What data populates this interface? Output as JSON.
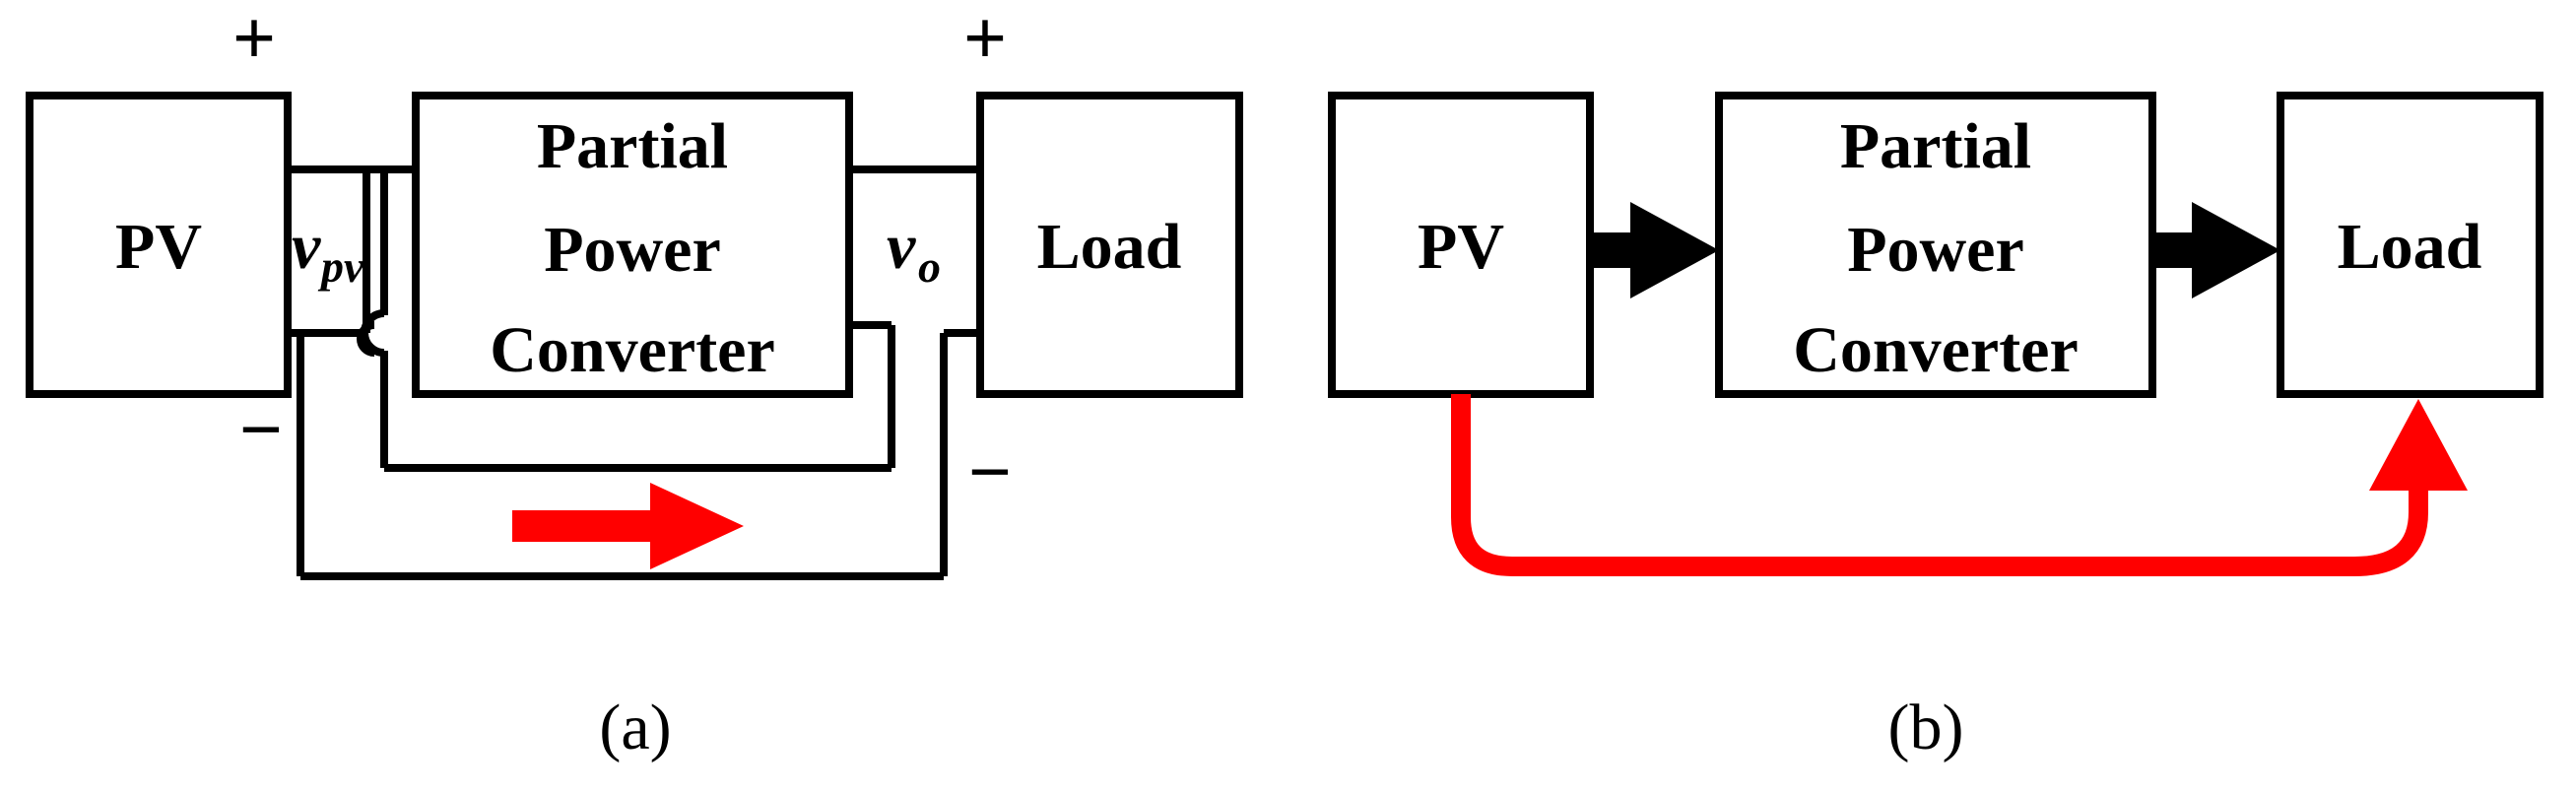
{
  "panel_a": {
    "pv_label": "PV",
    "converter_line1": "Partial",
    "converter_line2": "Power",
    "converter_line3": "Converter",
    "load_label": "Load",
    "vpv_main": "v",
    "vpv_sub": "pv",
    "vo_main": "v",
    "vo_sub": "o",
    "plus_left": "+",
    "plus_right": "+",
    "minus_left": "−",
    "minus_right": "−",
    "caption": "(a)"
  },
  "panel_b": {
    "pv_label": "PV",
    "converter_line1": "Partial",
    "converter_line2": "Power",
    "converter_line3": "Converter",
    "load_label": "Load",
    "caption": "(b)"
  },
  "colors": {
    "stroke": "#000000",
    "highlight": "#ff0000"
  }
}
